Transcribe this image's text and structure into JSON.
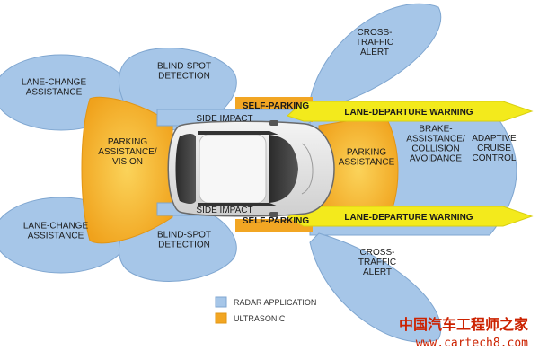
{
  "zones": {
    "cross_traffic_top": "CROSS-\nTRAFFIC\nALERT",
    "blind_spot_top": "BLIND-SPOT\nDETECTION",
    "lane_change_top": "LANE-CHANGE\nASSISTANCE",
    "self_parking_top": "SELF-PARKING",
    "lane_departure_top": "LANE-DEPARTURE WARNING",
    "side_impact_top": "SIDE IMPACT",
    "parking_rear": "PARKING\nASSISTANCE/\nVISION",
    "parking_front": "PARKING\nASSISTANCE",
    "brake": "BRAKE-\nASSISTANCE/\nCOLLISION\nAVOIDANCE",
    "acc": "ADAPTIVE\nCRUISE\nCONTROL",
    "side_impact_bottom": "SIDE IMPACT",
    "self_parking_bottom": "SELF-PARKING",
    "lane_departure_bottom": "LANE-DEPARTURE WARNING",
    "lane_change_bottom": "LANE-CHANGE\nASSISTANCE",
    "blind_spot_bottom": "BLIND-SPOT\nDETECTION",
    "cross_traffic_bottom": "CROSS-\nTRAFFIC\nALERT"
  },
  "legend": {
    "radar": "RADAR APPLICATION",
    "ultrasonic": "ULTRASONIC"
  },
  "watermark": {
    "cn": "中国汽车工程师之家",
    "url": "www.cartech8.com"
  },
  "colors": {
    "radar": "#a6c6e8",
    "radar_stroke": "#7fa6d0",
    "ultrasonic": "#f2a623",
    "ultrasonic_light": "#f8c74d",
    "lane_yellow": "#f3ea1c",
    "watermark": "#cc2200"
  }
}
